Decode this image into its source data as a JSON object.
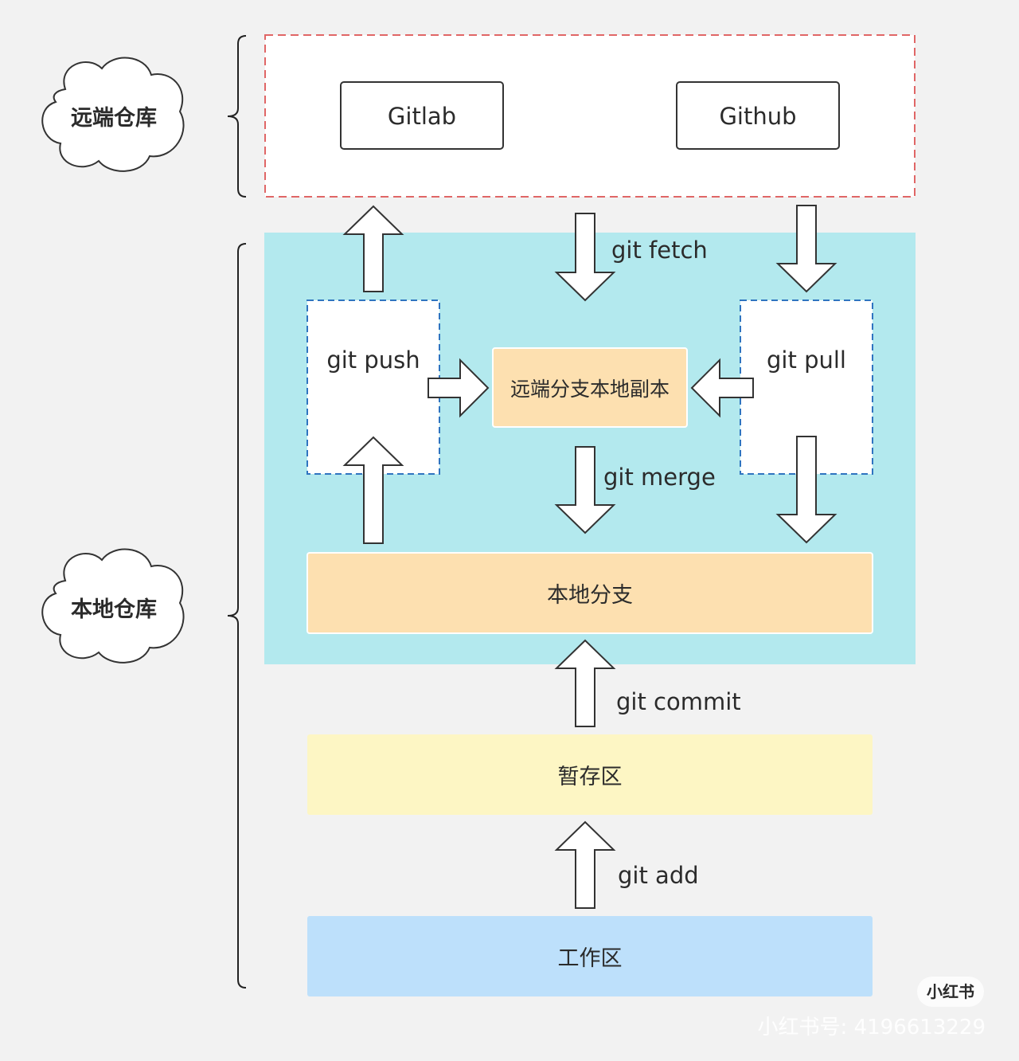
{
  "clouds": {
    "remote_repo": "远端仓库",
    "local_repo": "本地仓库"
  },
  "remote": {
    "gitlab": "Gitlab",
    "github": "Github"
  },
  "local": {
    "git_push": "git push",
    "git_pull": "git pull",
    "remote_branch_copy": "远端分支本地副本",
    "local_branch": "本地分支"
  },
  "areas": {
    "staging": "暂存区",
    "working": "工作区"
  },
  "commands": {
    "git_fetch": "git fetch",
    "git_merge": "git merge",
    "git_commit": "git commit",
    "git_add": "git add"
  },
  "watermark": {
    "logo": "小红书",
    "id": "小红书号: 4196613229"
  },
  "colors": {
    "local_bg": "#b3e9ee",
    "orange_box": "#fde0b0",
    "staging_box": "#fdf6c4",
    "working_box": "#bde0fb",
    "remote_border": "#e06666",
    "push_pull_border": "#2f74c0"
  }
}
